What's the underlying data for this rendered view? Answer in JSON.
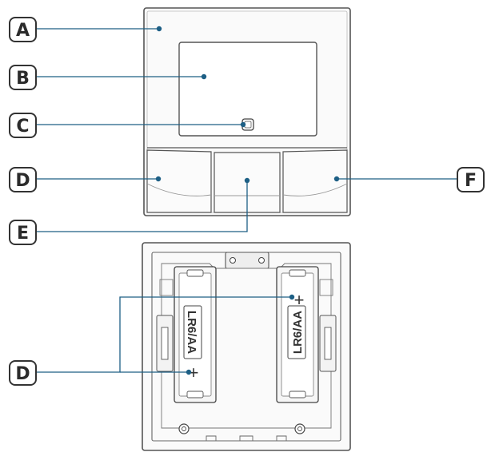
{
  "callouts": {
    "a": "A",
    "b": "B",
    "c": "C",
    "d_front": "D",
    "e": "E",
    "f": "F",
    "d_back": "D"
  },
  "battery_compartments": [
    {
      "label": "LR6/AA",
      "polarity": "+"
    },
    {
      "label": "LR6/AA",
      "polarity": "+"
    }
  ],
  "colors": {
    "leader_line": "#1d5f85",
    "device_outline": "#555555",
    "callout_border": "#333333"
  }
}
